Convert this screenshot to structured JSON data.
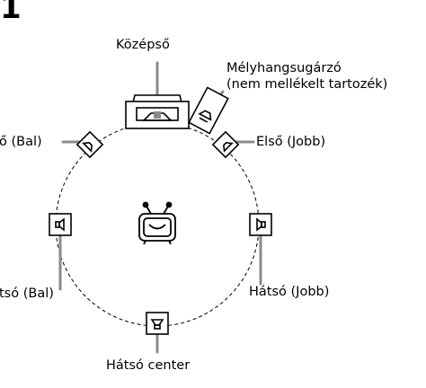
{
  "step_number": "1",
  "labels": {
    "center": "Középső",
    "subwoofer_line1": "Mélyhangsugárzó",
    "subwoofer_line2": "(nem mellékelt tartozék)",
    "front_left": "ő (Bal)",
    "front_right": "Első (Jobb)",
    "rear_left": "tsó (Bal)",
    "rear_right": "Hátsó (Jobb)",
    "rear_center": "Hátsó center"
  }
}
